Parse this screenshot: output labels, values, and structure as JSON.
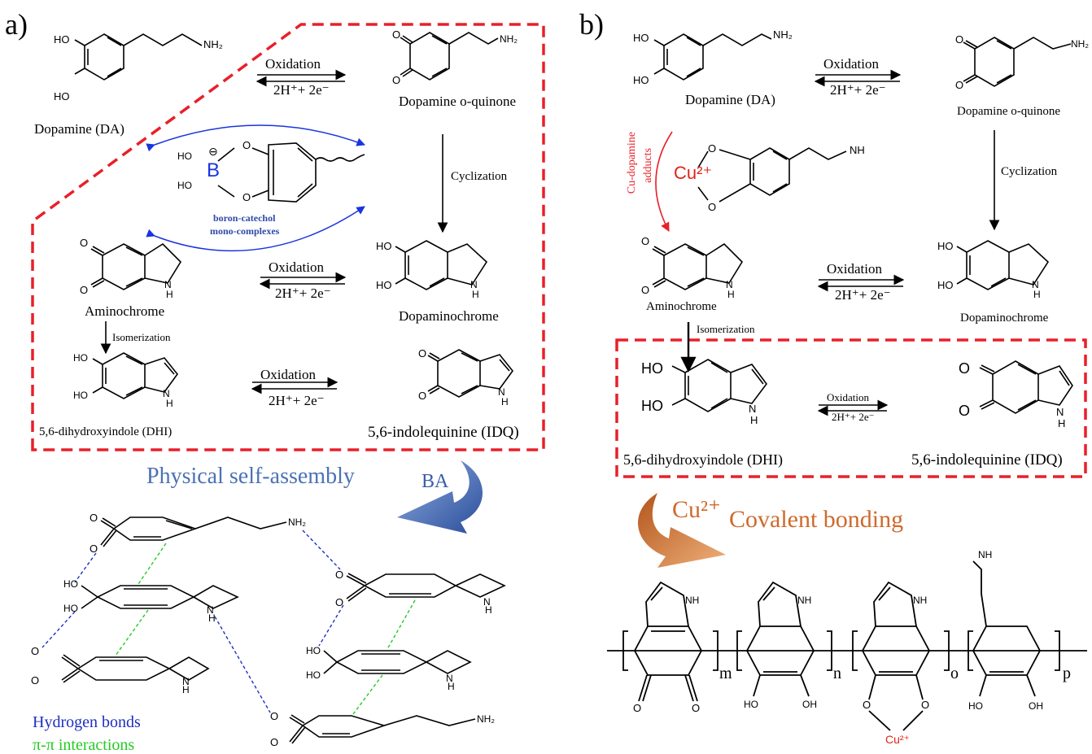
{
  "colors": {
    "panel_box": "#e8202a",
    "hydrogen_bonds": "#1e2fc0",
    "pi_interactions": "#22cc22",
    "physical_text": "#4b72b5",
    "covalent_text": "#cf6a2c",
    "copper_text": "#e2231a",
    "boron": "#1a34e0",
    "ba_arrow": "#3a5ea8",
    "cu_arrow": "#d4762f"
  },
  "panel_a": {
    "label": "a)",
    "dopamine": "Dopamine (DA)",
    "oquinone": "Dopamine o-quinone",
    "oxidation": "Oxidation",
    "protons": "2H⁺+ 2e⁻",
    "cyclization": "Cyclization",
    "complex_label_1": "boron-catechol",
    "complex_label_2": "mono-complexes",
    "aminochrome": "Aminochrome",
    "dopaminochrome": "Dopaminochrome",
    "isomerization": "Isomerization",
    "dhi": "5,6-dihydroxyindole (DHI)",
    "idq": "5,6-indolequinine (IDQ)",
    "physical": "Physical self-assembly",
    "ba": "BA",
    "legend_h": "Hydrogen bonds",
    "legend_pi": "π-π interactions"
  },
  "panel_b": {
    "label": "b)",
    "dopamine": "Dopamine (DA)",
    "oquinone": "Dopamine o-quinone",
    "oxidation": "Oxidation",
    "protons": "2H⁺+ 2e⁻",
    "cyclization": "Cyclization",
    "adducts_1": "Cu-dopamine",
    "adducts_2": "adducts",
    "aminochrome": "Aminochrome",
    "dopaminochrome": "Dopaminochrome",
    "isomerization": "Isomerization",
    "dhi": "5,6-dihydroxyindole (DHI)",
    "idq": "5,6-indolequinine (IDQ)",
    "cu_prefix": "Cu²⁺",
    "covalent": "Covalent bonding",
    "sub_m": "m",
    "sub_n": "n",
    "sub_o": "o",
    "sub_p": "p"
  },
  "atoms": {
    "ho": "HO",
    "o": "O",
    "nh2": "NH₂",
    "nh": "NH",
    "n": "N",
    "h": "H",
    "oh": "OH",
    "b": "B",
    "minus": "⊖",
    "cu2": "Cu²⁺"
  }
}
